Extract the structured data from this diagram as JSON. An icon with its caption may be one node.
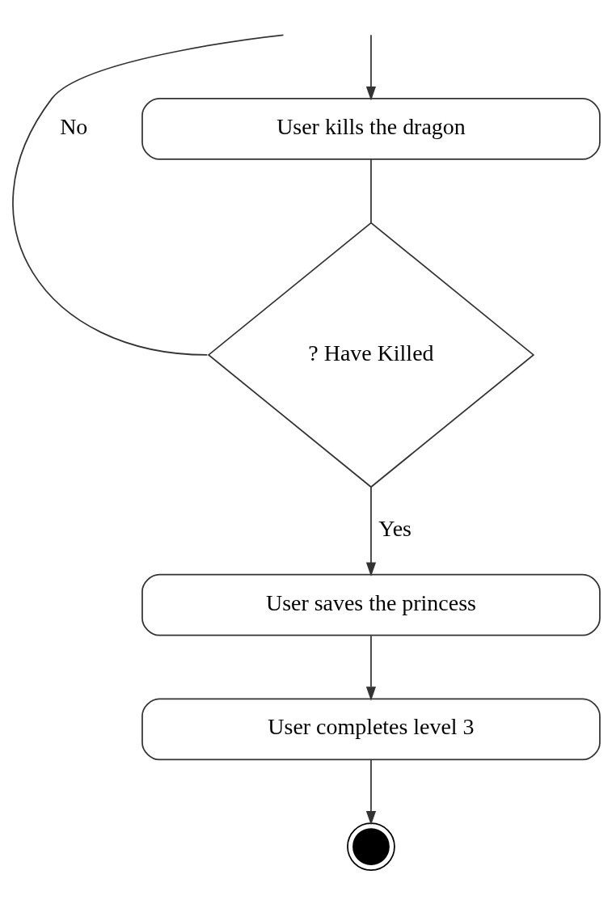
{
  "diagram": {
    "nodes": [
      {
        "text": [
          "User kills the dragon"
        ]
      },
      {
        "text": [
          "? Have Killed"
        ]
      },
      {
        "text": [
          "User saves the princess"
        ]
      },
      {
        "text": [
          "User completes level 3"
        ]
      },
      {
        "text": [],
        "shape": "circle"
      }
    ],
    "edges": [
      {
        "from": null,
        "to": 0,
        "arrow": "to"
      },
      {
        "from": 0,
        "to": 1,
        "arrow": "none"
      },
      {
        "from": 1,
        "to": null,
        "arrow": "none",
        "label": "No"
      },
      {
        "from": 1,
        "to": 2,
        "arrow": "to",
        "label": "Yes"
      },
      {
        "from": 2,
        "to": 3,
        "arrow": "to"
      },
      {
        "from": 3,
        "to": 4,
        "arrow": "to"
      }
    ]
  }
}
